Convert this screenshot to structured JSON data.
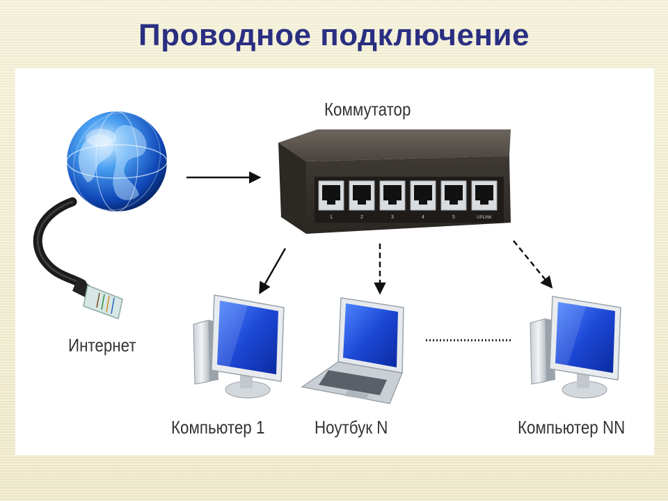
{
  "title": "Проводное подключение",
  "labels": {
    "switch": "Коммутатор",
    "internet": "Интернет",
    "computer1": "Компьютер 1",
    "laptop": "Ноутбук N",
    "computerNN": "Компьютер NN"
  },
  "switch_ports": [
    "1",
    "2",
    "3",
    "4",
    "5",
    "UPLINK"
  ],
  "colors": {
    "title": "#2a2f82",
    "background": "#f3f0d6",
    "switch_body": "#3b3733",
    "screen": "#1f4fd8"
  },
  "icons": [
    "globe-icon",
    "ethernet-cable-icon",
    "network-switch-icon",
    "desktop-computer-icon",
    "laptop-icon",
    "arrow-icon"
  ]
}
